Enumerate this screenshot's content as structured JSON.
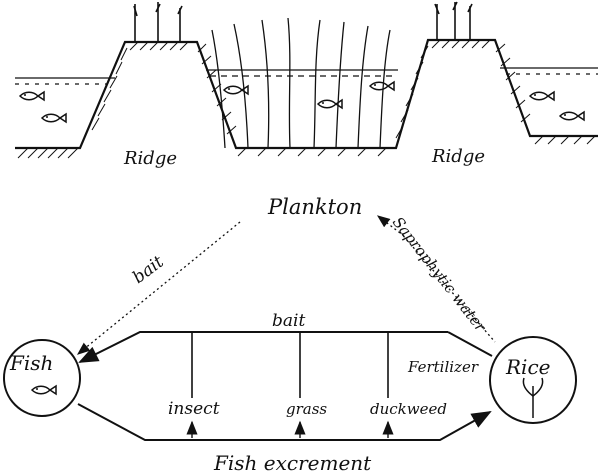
{
  "colors": {
    "ink": "#111111",
    "paper": "#ffffff"
  },
  "cross_section": {
    "ridge_left_label": "Ridge",
    "ridge_right_label": "Ridge",
    "icons": [
      "fish-icon",
      "rice-plant-icon"
    ]
  },
  "cycle": {
    "plankton": "Plankton",
    "bait_left": "bait",
    "saprophytic_water": "Saprophytic water",
    "bait_top": "bait",
    "fertilizer": "Fertilizer",
    "fish": "Fish",
    "rice": "Rice",
    "insect": "insect",
    "grass": "grass",
    "duckweed": "duckweed",
    "fish_excrement": "Fish excrement"
  }
}
